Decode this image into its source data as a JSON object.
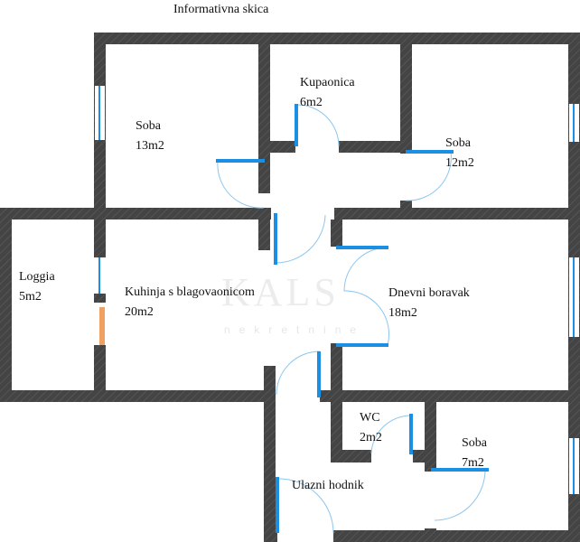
{
  "title": "Informativna skica",
  "watermark": {
    "brand": "KALS",
    "sub": "nekretnine"
  },
  "colors": {
    "wall": "#444444",
    "door": "#1a8fe3",
    "window": "#1a8fe3",
    "orange": "#f0a060"
  },
  "rooms": [
    {
      "name": "Soba",
      "area": "13m2"
    },
    {
      "name": "Kupaonica",
      "area": "6m2"
    },
    {
      "name": "Soba",
      "area": "12m2"
    },
    {
      "name": "Loggia",
      "area": "5m2"
    },
    {
      "name": "Kuhinja s blagovaonicom",
      "area": "20m2"
    },
    {
      "name": "Dnevni boravak",
      "area": "18m2"
    },
    {
      "name": "WC",
      "area": "2m2"
    },
    {
      "name": "Soba",
      "area": "7m2"
    },
    {
      "name": "Ulazni hodnik",
      "area": ""
    }
  ]
}
